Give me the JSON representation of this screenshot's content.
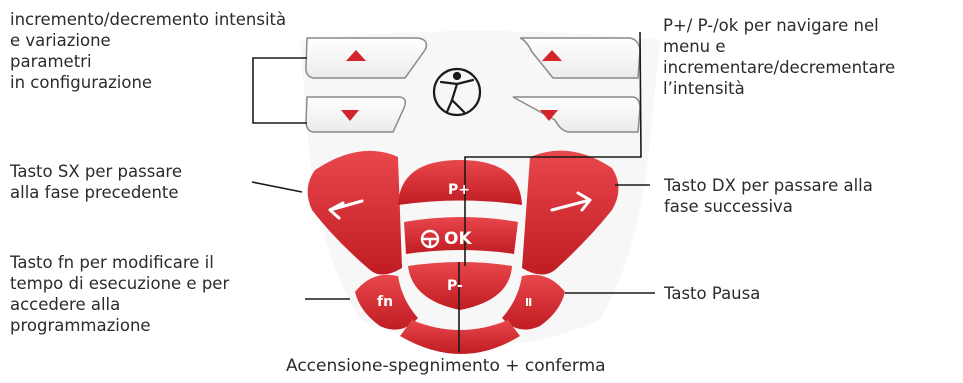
{
  "labels": {
    "top_left": [
      "incremento/decremento intensità",
      "e variazione",
      "parametri",
      "in configurazione"
    ],
    "top_right": [
      "P+/ P-/ok per navigare nel",
      "menu e",
      "incrementare/decrementare",
      "l’intensità"
    ],
    "left_mid": [
      "Tasto SX per passare",
      "alla fase precedente"
    ],
    "right_mid": [
      "Tasto DX per passare alla",
      "fase successiva"
    ],
    "left_bottom": [
      "Tasto fn per modificare il",
      "tempo di esecuzione e per",
      "accedere alla",
      "programmazione"
    ],
    "right_bottom": "Tasto Pausa",
    "bottom": "Accensione-spegnimento + conferma"
  },
  "keys": {
    "p_plus": "P+",
    "ok": "OK",
    "p_minus": "P-",
    "fn": "fn",
    "pause": "II"
  },
  "colors": {
    "key_red": "#d3242b",
    "line": "#1a1a1a",
    "text": "#2b2b2b"
  }
}
